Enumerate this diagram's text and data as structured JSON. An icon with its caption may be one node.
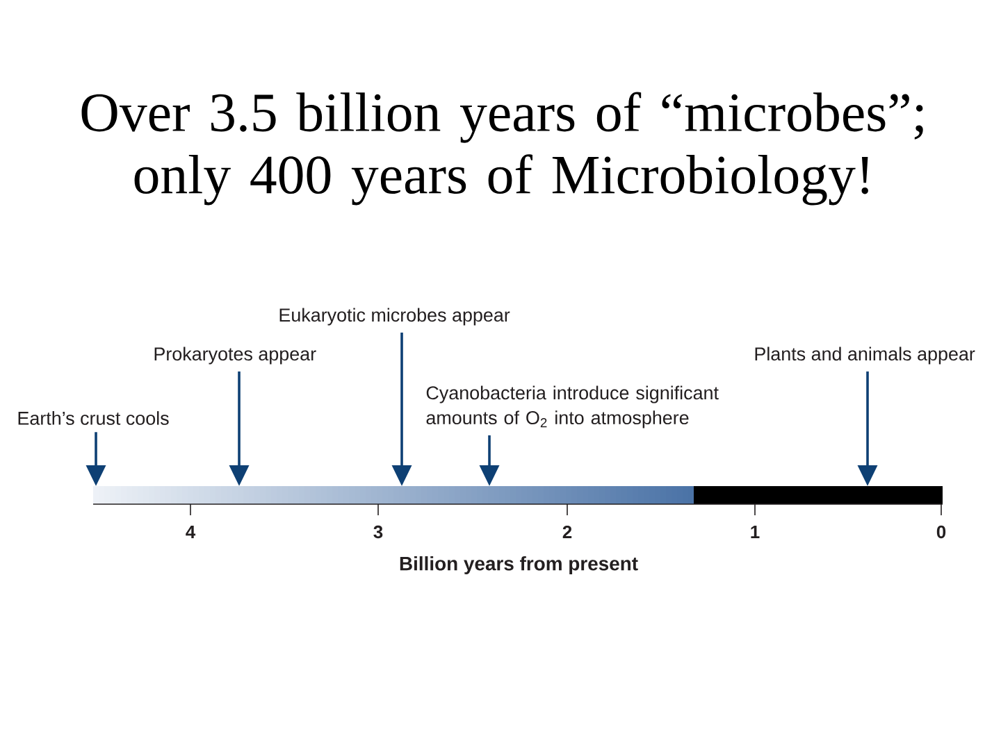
{
  "diagram": {
    "title": "Over 3.5 billion years of “microbes”; only 400 years of Microbiology!",
    "nodes": [
      {
        "text": [
          "Earth’s crust cools"
        ]
      },
      {
        "text": [
          "Prokaryotes appear"
        ]
      },
      {
        "text": [
          "Eukaryotic microbes appear"
        ]
      },
      {
        "text": [
          "Cyanobacteria introduce significant amounts of O$_{2}$ into atmosphere"
        ]
      },
      {
        "text": [
          "Plants and animals appear"
        ]
      },
      {
        "text": [],
        "shape": "bar"
      }
    ],
    "edges": [
      {
        "from": 0,
        "to": 5,
        "arrow": "to"
      },
      {
        "from": 1,
        "to": 5,
        "arrow": "to"
      },
      {
        "from": 2,
        "to": 5,
        "arrow": "to"
      },
      {
        "from": 3,
        "to": 5,
        "arrow": "to"
      },
      {
        "from": 4,
        "to": 5,
        "arrow": "to"
      }
    ],
    "labels": [
      "4",
      "3",
      "2",
      "1",
      "0",
      "Billion years from present"
    ]
  }
}
